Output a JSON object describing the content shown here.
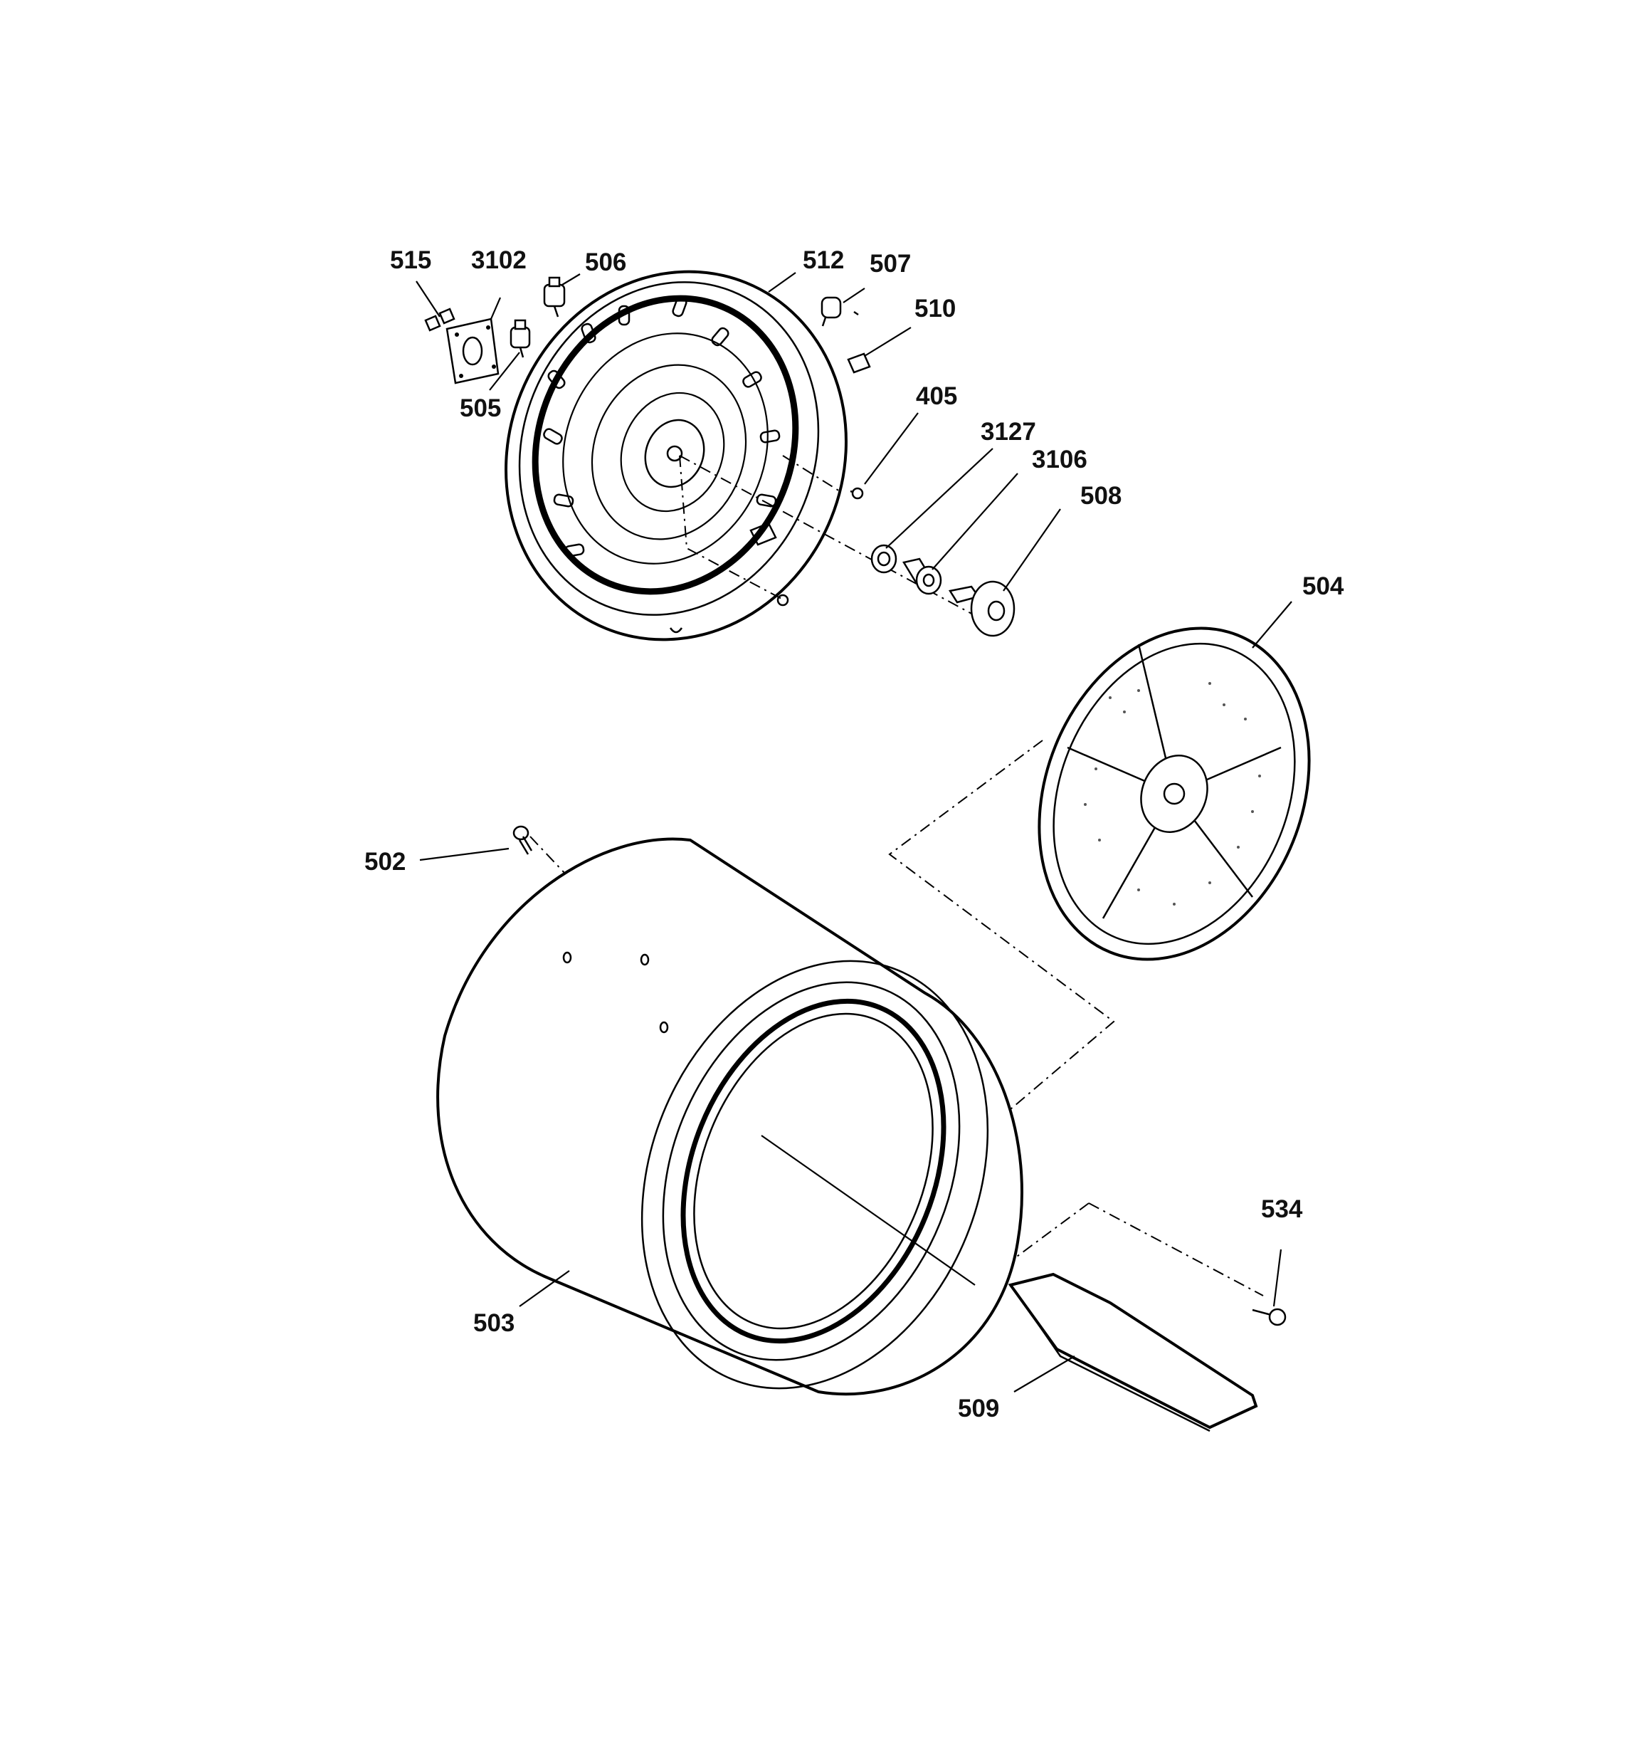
{
  "diagram": {
    "callouts": [
      {
        "id": "515",
        "text": "515"
      },
      {
        "id": "3102",
        "text": "3102"
      },
      {
        "id": "506",
        "text": "506"
      },
      {
        "id": "512",
        "text": "512"
      },
      {
        "id": "507",
        "text": "507"
      },
      {
        "id": "510",
        "text": "510"
      },
      {
        "id": "505",
        "text": "505"
      },
      {
        "id": "405",
        "text": "405"
      },
      {
        "id": "3127",
        "text": "3127"
      },
      {
        "id": "3106",
        "text": "3106"
      },
      {
        "id": "508",
        "text": "508"
      },
      {
        "id": "504",
        "text": "504"
      },
      {
        "id": "502",
        "text": "502"
      },
      {
        "id": "503",
        "text": "503"
      },
      {
        "id": "534",
        "text": "534"
      },
      {
        "id": "509",
        "text": "509"
      }
    ]
  }
}
